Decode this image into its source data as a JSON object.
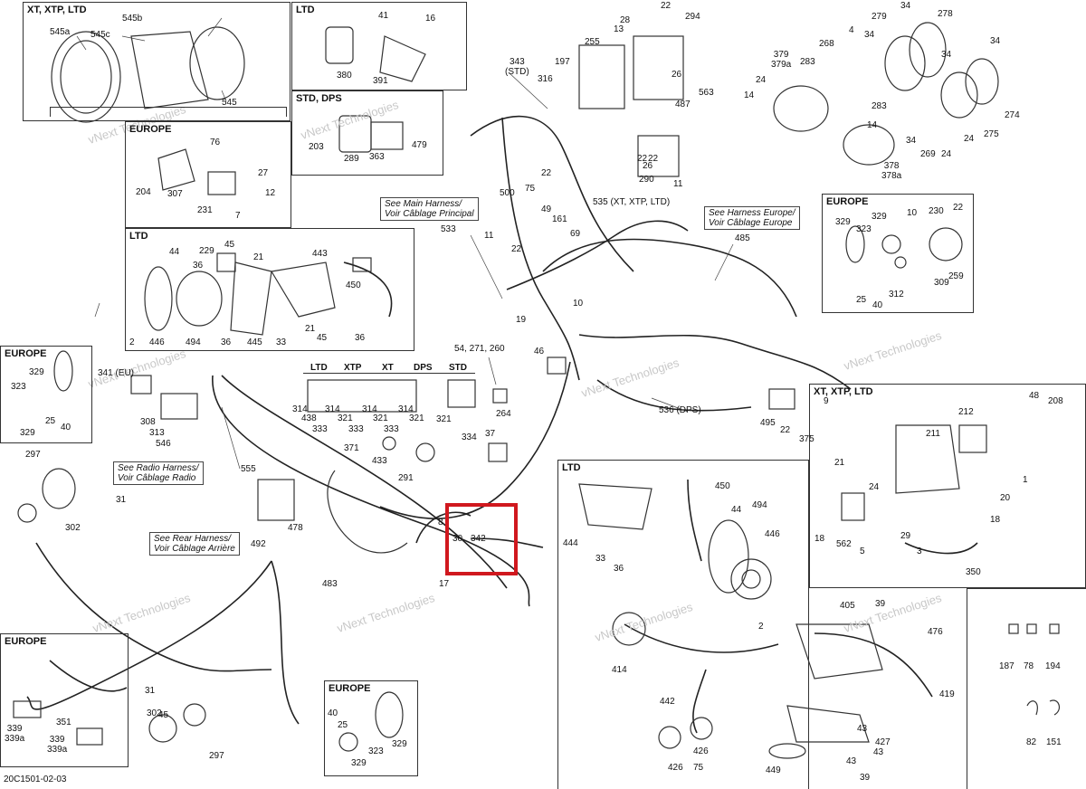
{
  "doc_code": "20C1501-02-03",
  "watermark": "vNext Technologies",
  "highlight_color": "#d0181e",
  "boxes": {
    "b1": "XT, XTP, LTD",
    "b2": "LTD",
    "b3": "STD, DPS",
    "b4": "EUROPE",
    "b5": "LTD",
    "b6": "EUROPE",
    "b7": "EUROPE",
    "b8": "XT, XTP, LTD",
    "b9": "LTD",
    "b10": "EUROPE",
    "b11": "EUROPE"
  },
  "notes": {
    "n1": "See Main Harness/\nVoir Câblage Principal",
    "n2": "See Harness Europe/\nVoir Câblage Europe",
    "n3": "See Radio Harness/\nVoir Câblage Radio",
    "n4": "See Rear Harness/\nVoir Câblage Arrière"
  },
  "relay_headers": [
    "LTD",
    "XTP",
    "XT",
    "DPS",
    "STD"
  ],
  "labels": [
    "545a",
    "545c",
    "545b",
    "545",
    "41",
    "16",
    "380",
    "391",
    "203",
    "289",
    "363",
    "479",
    "76",
    "27",
    "12",
    "204",
    "307",
    "231",
    "7",
    "229",
    "45",
    "21",
    "443",
    "44",
    "36",
    "450",
    "2",
    "446",
    "494",
    "36",
    "445",
    "33",
    "21",
    "45",
    "36",
    "323",
    "329",
    "341 (EU)",
    "25",
    "40",
    "329",
    "308",
    "313",
    "546",
    "297",
    "31",
    "302",
    "555",
    "478",
    "492",
    "483",
    "339\n339a",
    "351",
    "339\n339a",
    "31",
    "45",
    "302",
    "297",
    "40",
    "25",
    "323",
    "329",
    "329",
    "343\n(STD)",
    "197",
    "255",
    "316",
    "22",
    "28",
    "13",
    "294",
    "22",
    "26",
    "563",
    "487",
    "22",
    "26",
    "290",
    "11",
    "22",
    "500",
    "75",
    "49",
    "161",
    "69",
    "535 (XT, XTP, LTD)",
    "533",
    "11",
    "22",
    "19",
    "10",
    "46",
    "54, 271, 260",
    "264",
    "536 (DPS)",
    "485",
    "334",
    "37",
    "371",
    "433",
    "291",
    "314",
    "438",
    "333",
    "314",
    "321",
    "333",
    "314",
    "321",
    "333",
    "314",
    "321",
    "321",
    "8",
    "30",
    "342",
    "17",
    "34",
    "278",
    "279",
    "4",
    "34",
    "379\n379a",
    "283",
    "268",
    "24",
    "14",
    "34",
    "34",
    "274",
    "275",
    "24",
    "283",
    "14",
    "269",
    "24",
    "378\n378a",
    "34",
    "329",
    "329",
    "10",
    "230",
    "22",
    "323",
    "309",
    "312",
    "259",
    "25",
    "40",
    "495",
    "22",
    "9",
    "375",
    "48",
    "208",
    "211",
    "212",
    "21",
    "24",
    "20",
    "1",
    "18",
    "562",
    "29",
    "5",
    "3",
    "18",
    "350",
    "450",
    "494",
    "444",
    "44",
    "446",
    "33",
    "36",
    "2",
    "405",
    "39",
    "476",
    "414",
    "419",
    "442",
    "426",
    "426",
    "75",
    "449",
    "427",
    "43",
    "43",
    "43",
    "39",
    "187",
    "78",
    "194",
    "82",
    "151"
  ]
}
